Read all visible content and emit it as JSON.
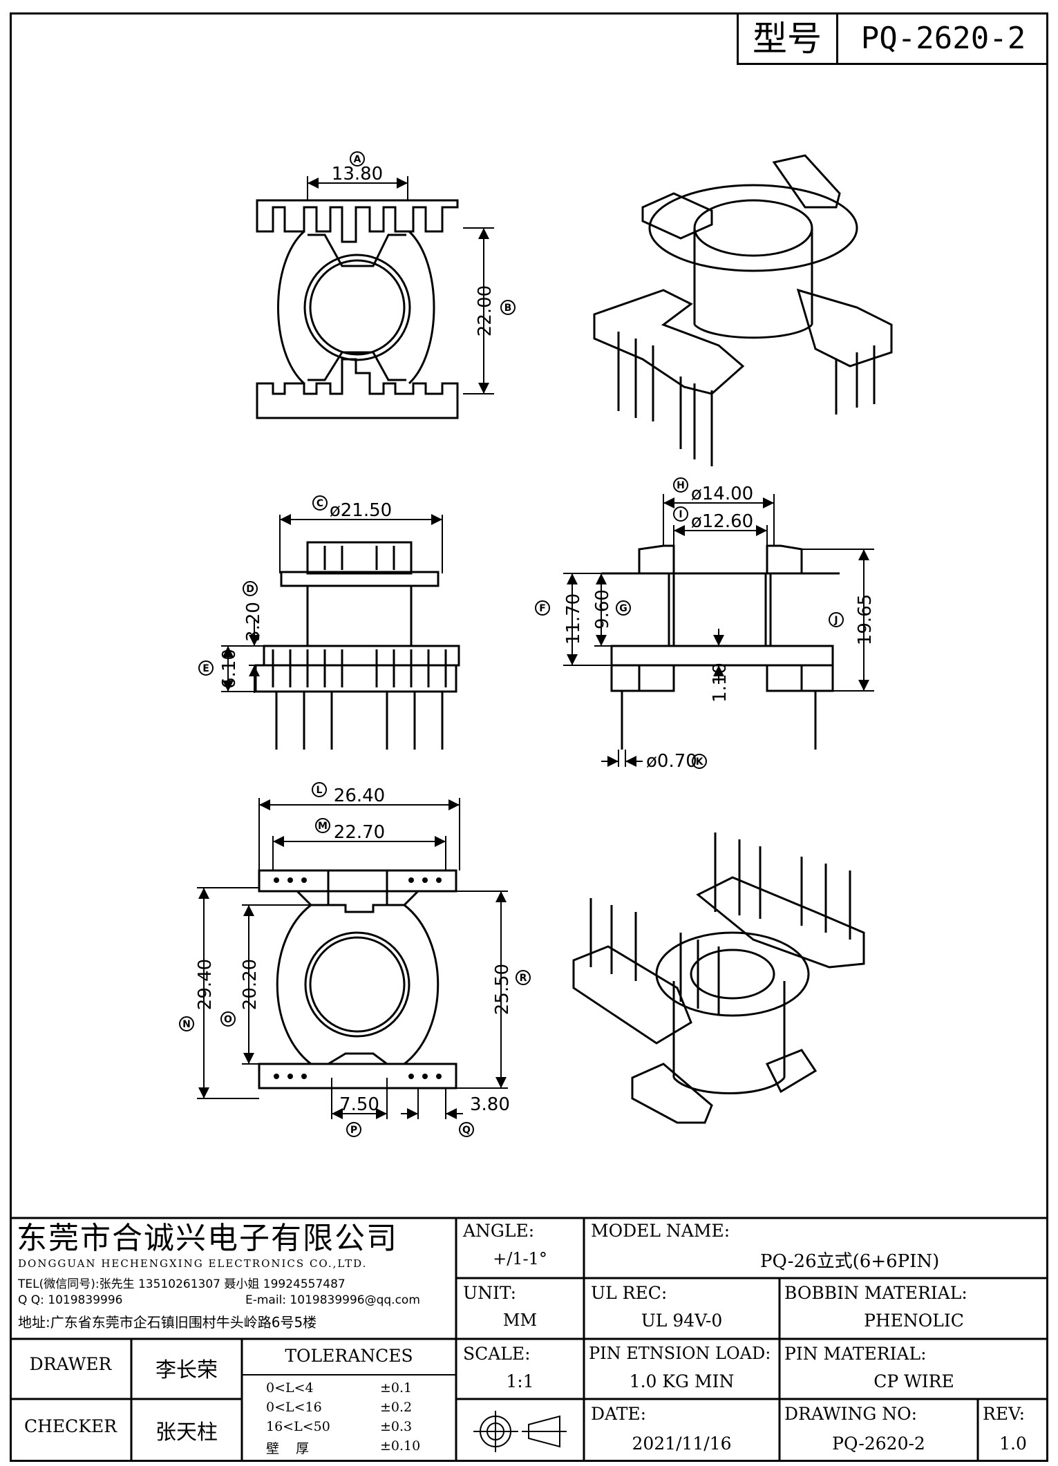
{
  "title_box": {
    "label": "型号",
    "model": "PQ-2620-2"
  },
  "dims": {
    "A": "13.80",
    "B": "22.00",
    "C": "ø21.50",
    "D": "3.20",
    "E": "6.10",
    "F": "11.70",
    "G": "9.60",
    "H": "ø14.00",
    "I": "ø12.60",
    "J": "19.65",
    "K": "ø0.70",
    "S": "1.10",
    "L": "26.40",
    "M": "22.70",
    "N": "29.40",
    "O": "20.20",
    "P": "7.50",
    "Q": "3.80",
    "R": "25.50"
  },
  "markers": {
    "A": "A",
    "B": "B",
    "C": "C",
    "D": "D",
    "E": "E",
    "F": "F",
    "G": "G",
    "H": "H",
    "I": "I",
    "J": "J",
    "K": "K",
    "L": "L",
    "M": "M",
    "N": "N",
    "O": "O",
    "P": "P",
    "Q": "Q",
    "R": "R"
  },
  "company": {
    "name_cn": "东莞市合诚兴电子有限公司",
    "name_en": "DONGGUAN HECHENGXING ELECTRONICS CO.,LTD.",
    "tel": "TEL(微信同号):张先生 13510261307 聂小姐 19924557487",
    "qq": "Q Q: 1019839996",
    "email": "E-mail: 1019839996@qq.com",
    "address": "地址:广东省东莞市企石镇旧围村牛头岭路6号5楼"
  },
  "fields": {
    "angle_label": "ANGLE:",
    "angle_value": "+/1-1°",
    "model_label": "MODEL NAME:",
    "model_value": "PQ-26立式(6+6PIN)",
    "unit_label": "UNIT:",
    "unit_value": "MM",
    "ul_label": "UL REC:",
    "ul_value": "UL 94V-0",
    "bobbin_label": "BOBBIN MATERIAL:",
    "bobbin_value": "PHENOLIC",
    "scale_label": "SCALE:",
    "scale_value": "1:1",
    "pin_load_label": "PIN ETNSION LOAD:",
    "pin_load_value": "1.0 KG MIN",
    "pin_mat_label": "PIN MATERIAL:",
    "pin_mat_value": "CP WIRE",
    "date_label": "DATE:",
    "date_value": "2021/11/16",
    "drawing_no_label": "DRAWING NO:",
    "drawing_no_value": "PQ-2620-2",
    "rev_label": "REV:",
    "rev_value": "1.0"
  },
  "people": {
    "drawer_label": "DRAWER",
    "drawer_name": "李长荣",
    "checker_label": "CHECKER",
    "checker_name": "张天柱"
  },
  "tolerances": {
    "title": "TOLERANCES",
    "rows": [
      {
        "range": "0<L<4",
        "tol": "±0.1"
      },
      {
        "range": "0<L<16",
        "tol": "±0.2"
      },
      {
        "range": "16<L<50",
        "tol": "±0.3"
      },
      {
        "range": "壁    厚",
        "tol": "±0.10"
      }
    ]
  }
}
